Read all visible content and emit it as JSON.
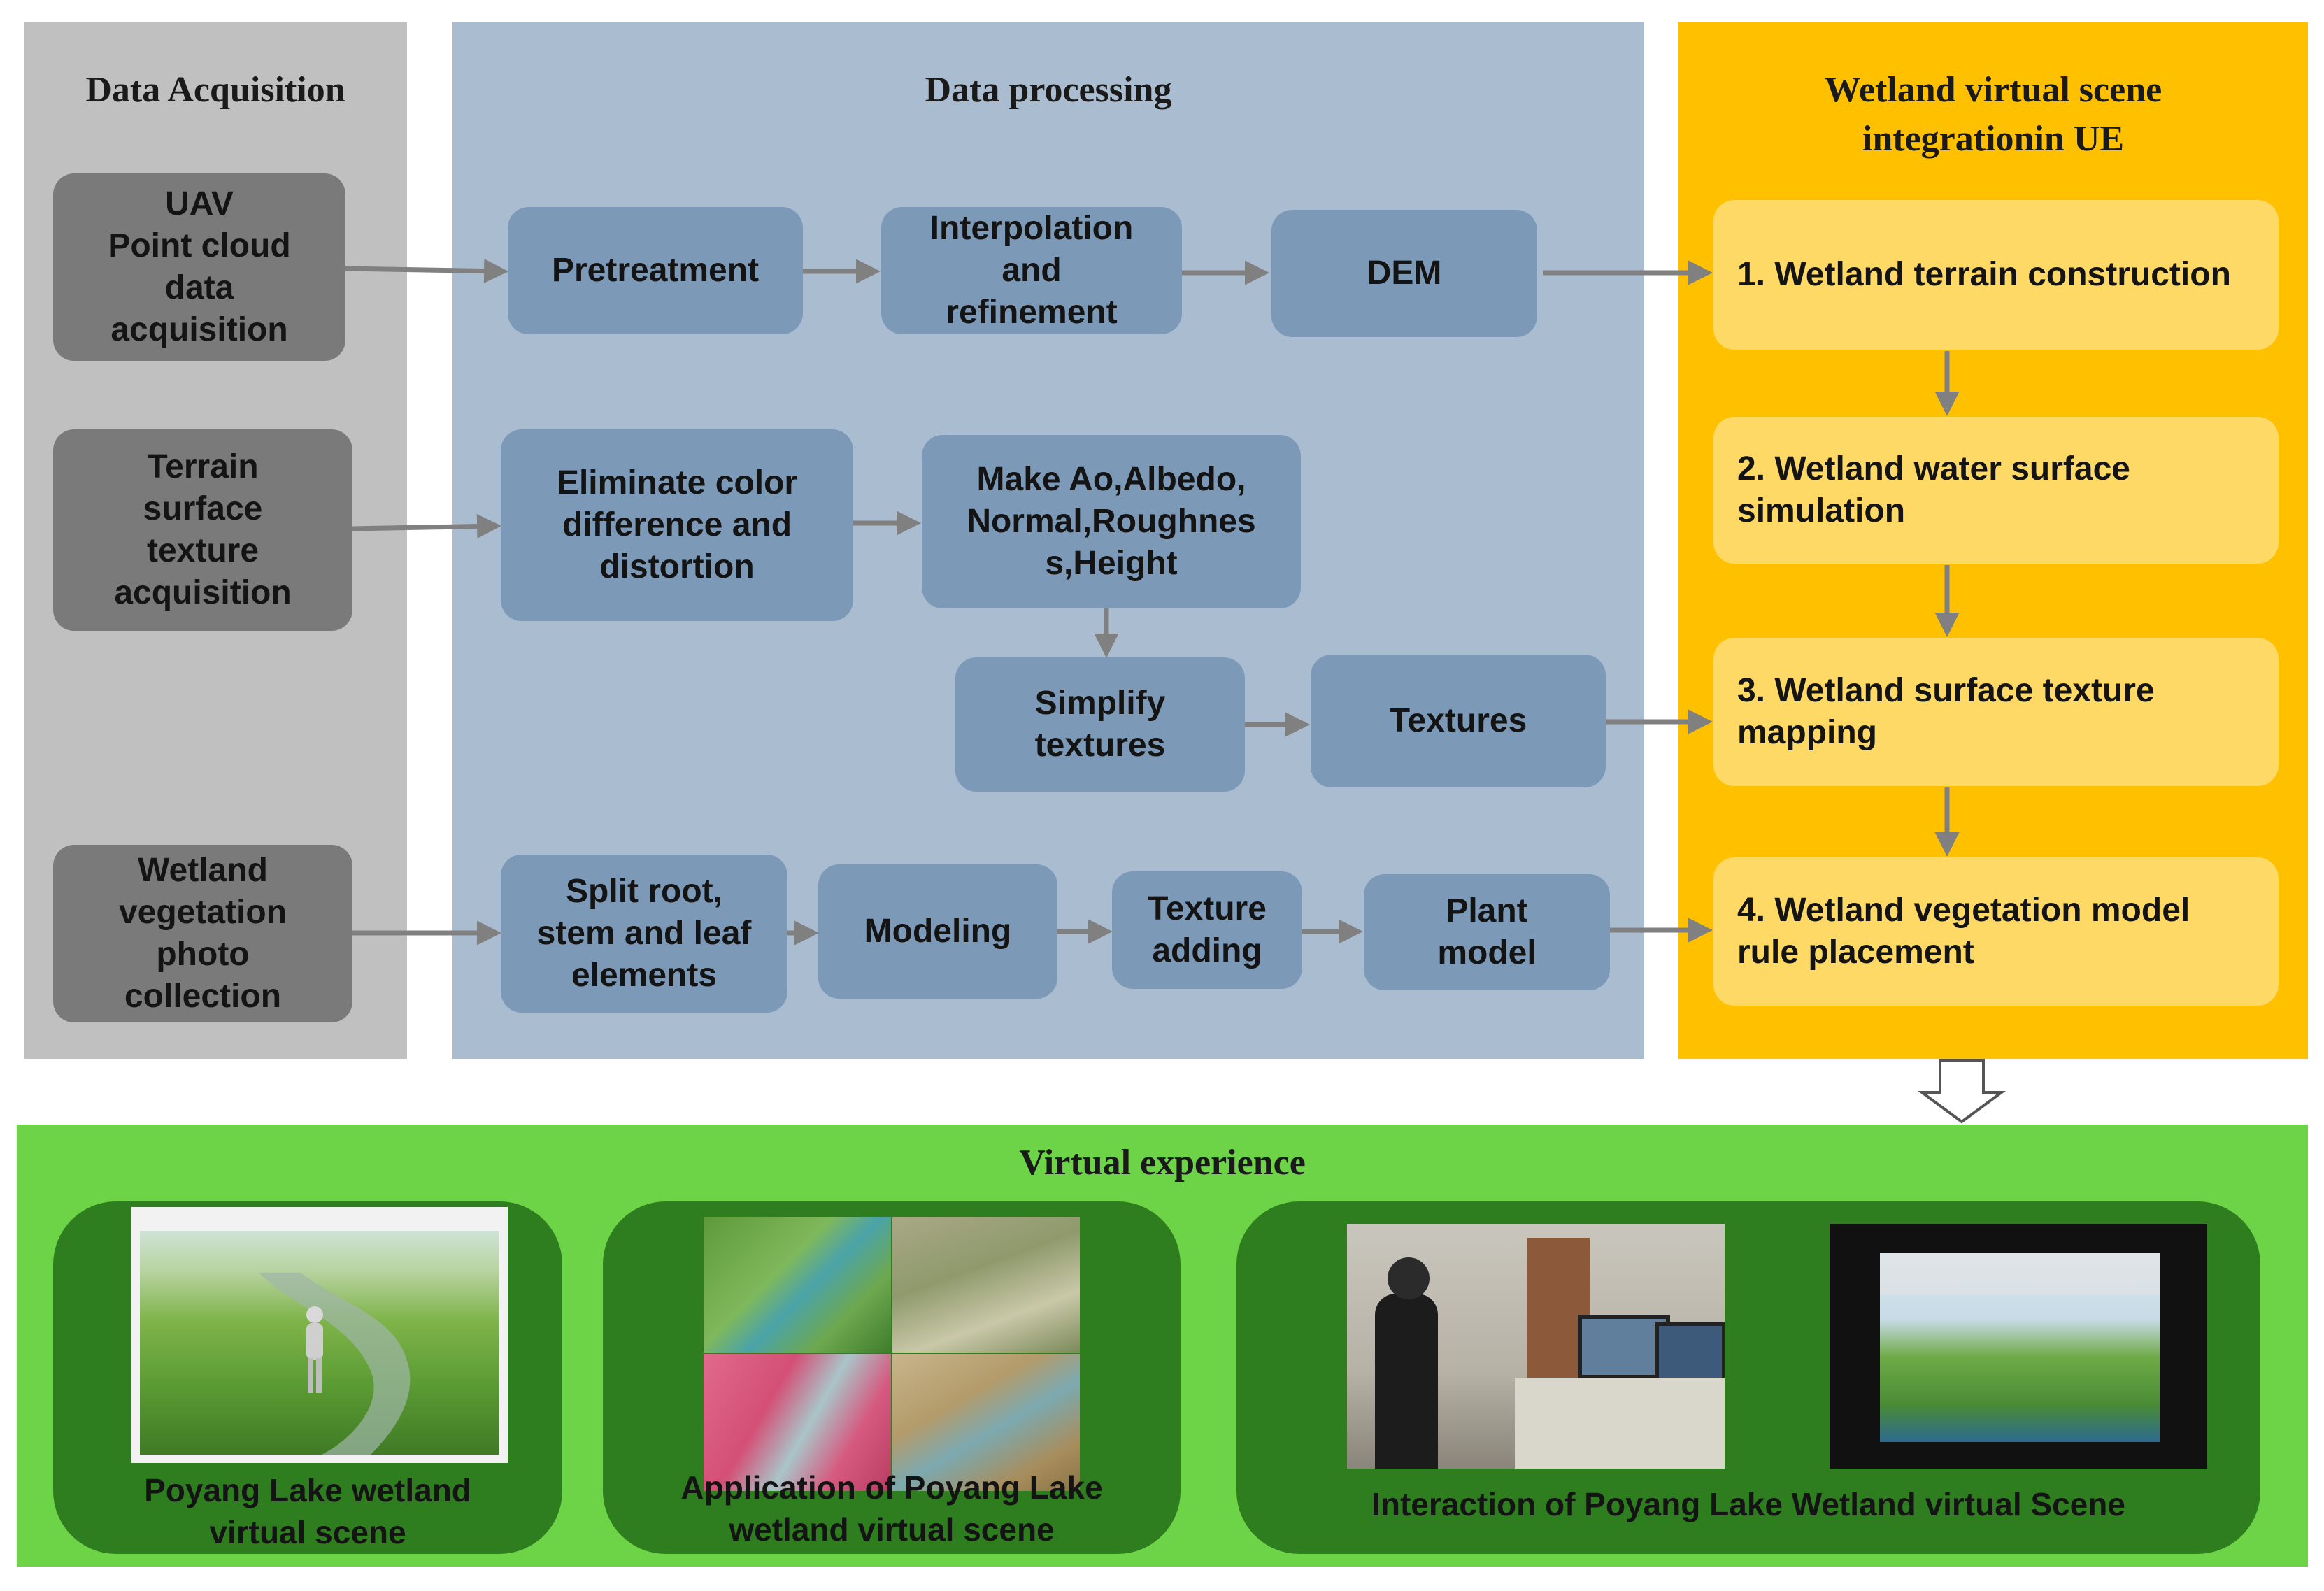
{
  "columns": {
    "acquisition": {
      "title": "Data Acquisition"
    },
    "processing": {
      "title": "Data processing"
    },
    "integration": {
      "title": "Wetland virtual scene\nintegrationin UE"
    }
  },
  "acquisition_boxes": [
    "UAV\nPoint cloud\ndata\nacquisition",
    "Terrain\nsurface\ntexture\nacquisition",
    "Wetland\nvegetation\nphoto\ncollection"
  ],
  "processing_boxes": {
    "pretreatment": "Pretreatment",
    "interpolation": "Interpolation\nand\nrefinement",
    "dem": "DEM",
    "eliminate": "Eliminate color\ndifference and\ndistortion",
    "make_maps": "Make Ao,Albedo,\nNormal,Roughnes\ns,Height",
    "simplify": "Simplify\ntextures",
    "textures": "Textures",
    "split": "Split root,\nstem and leaf\nelements",
    "modeling": "Modeling",
    "texture_adding": "Texture\nadding",
    "plant_model": "Plant\nmodel"
  },
  "integration_steps": [
    "1. Wetland terrain construction",
    "2. Wetland water surface\nsimulation",
    "3. Wetland surface texture\nmapping",
    "4. Wetland vegetation model\nrule placement"
  ],
  "virtual_experience": {
    "title": "Virtual experience",
    "cards": [
      {
        "label": "Poyang Lake wetland\nvirtual scene"
      },
      {
        "label": "Application of Poyang Lake\nwetland virtual scene"
      },
      {
        "label": "Interaction of Poyang Lake Wetland virtual Scene"
      }
    ]
  },
  "colors": {
    "acquisition_bg": "#c0c0c0",
    "processing_bg": "#aabcd0",
    "integration_bg": "#ffc000",
    "experience_bg": "#6dd447",
    "card_bg": "#2e7d1f",
    "arrow": "#808080"
  }
}
